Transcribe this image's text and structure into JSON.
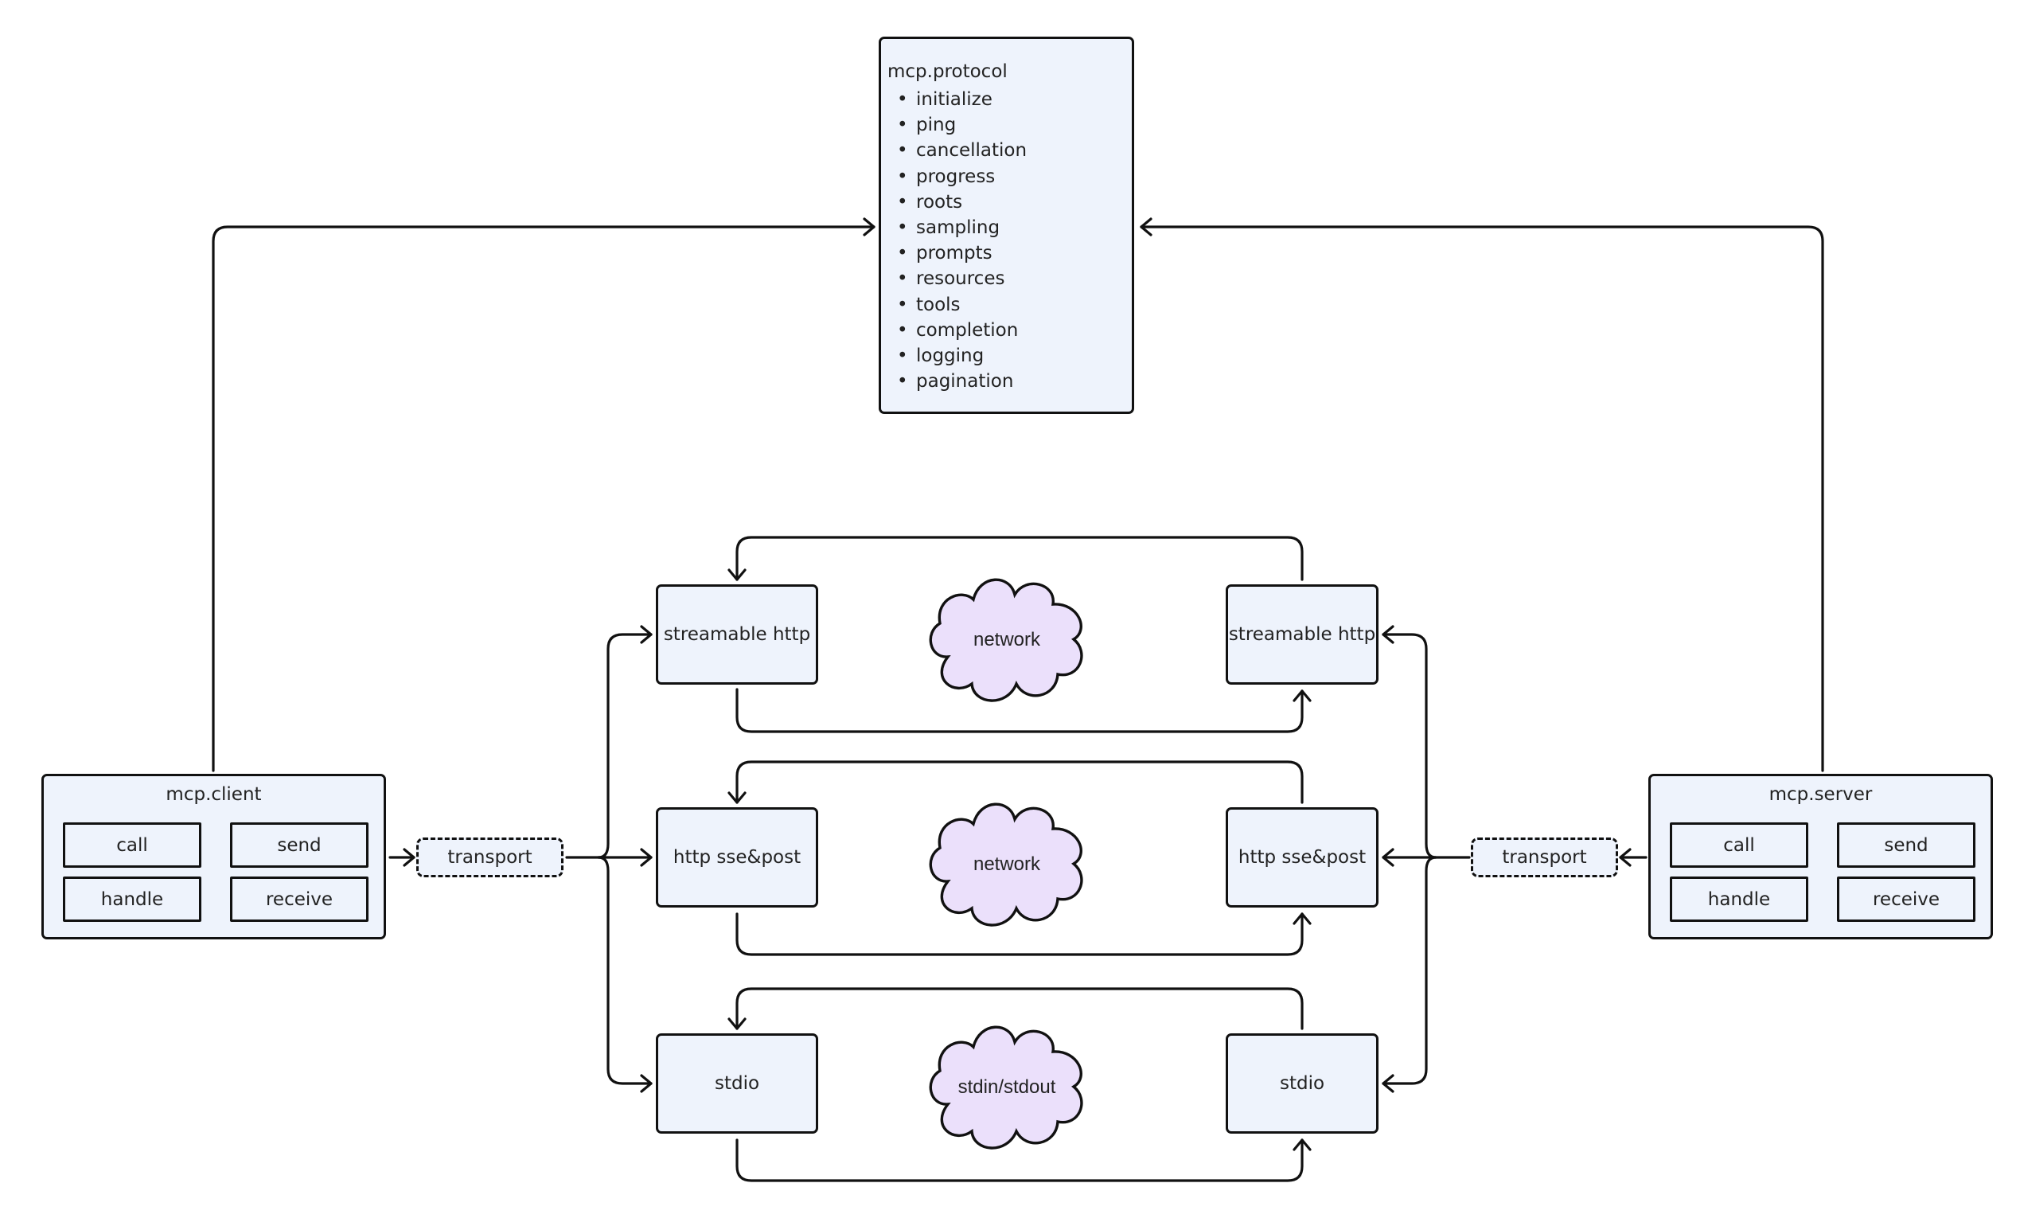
{
  "protocol": {
    "title": "mcp.protocol",
    "items": [
      "initialize",
      "ping",
      "cancellation",
      "progress",
      "roots",
      "sampling",
      "prompts",
      "resources",
      "tools",
      "completion",
      "logging",
      "pagination"
    ]
  },
  "client": {
    "title": "mcp.client",
    "call": "call",
    "send": "send",
    "handle": "handle",
    "receive": "receive"
  },
  "server": {
    "title": "mcp.server",
    "call": "call",
    "send": "send",
    "handle": "handle",
    "receive": "receive"
  },
  "transport": {
    "client_label": "transport",
    "server_label": "transport"
  },
  "channels": [
    {
      "left": "streamable http",
      "right": "streamable http",
      "medium": "network"
    },
    {
      "left": "http sse&post",
      "right": "http sse&post",
      "medium": "network"
    },
    {
      "left": "stdio",
      "right": "stdio",
      "medium": "stdin/stdout"
    }
  ],
  "colors": {
    "box_fill": "#eef3fc",
    "cloud_fill": "#ebe0fb",
    "stroke": "#111111",
    "text": "#222222"
  }
}
